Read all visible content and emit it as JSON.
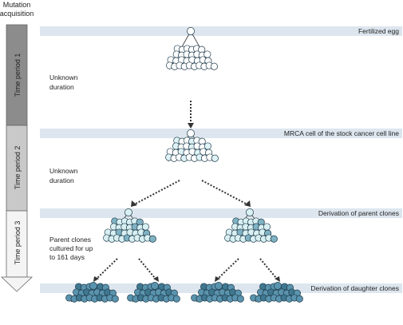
{
  "header": {
    "line1": "Mutation",
    "line2": "acquisition"
  },
  "time_periods": [
    {
      "label": "Time period 1",
      "fill": "#8c8c8c"
    },
    {
      "label": "Time period 2",
      "fill": "#c9c9c9"
    },
    {
      "label": "Time period 3",
      "fill": "#f4f4f4"
    }
  ],
  "stages": [
    {
      "label": "Fertilized egg"
    },
    {
      "label": "MRCA cell of the stock cancer cell line"
    },
    {
      "label": "Derivation of parent clones"
    },
    {
      "label": "Derivation of daughter clones"
    }
  ],
  "annotations": [
    {
      "lines": [
        "Unknown",
        "duration"
      ]
    },
    {
      "lines": [
        "Unknown",
        "duration"
      ]
    },
    {
      "lines": [
        "Parent clones",
        "cultured for up",
        "to 161 days"
      ]
    }
  ],
  "colors": {
    "band": "#dde6ee",
    "white_cell": "#ffffff",
    "mrca_cell_a": "#ffffff",
    "mrca_cell_b": "#dff3f6",
    "parent_cell": "#d9f0f3",
    "parent_cell_dark": "#7fb2c2",
    "daughter_cell": "#5a93ad",
    "daughter_cell_dark": "#3f7890",
    "arrow": "#333333"
  }
}
